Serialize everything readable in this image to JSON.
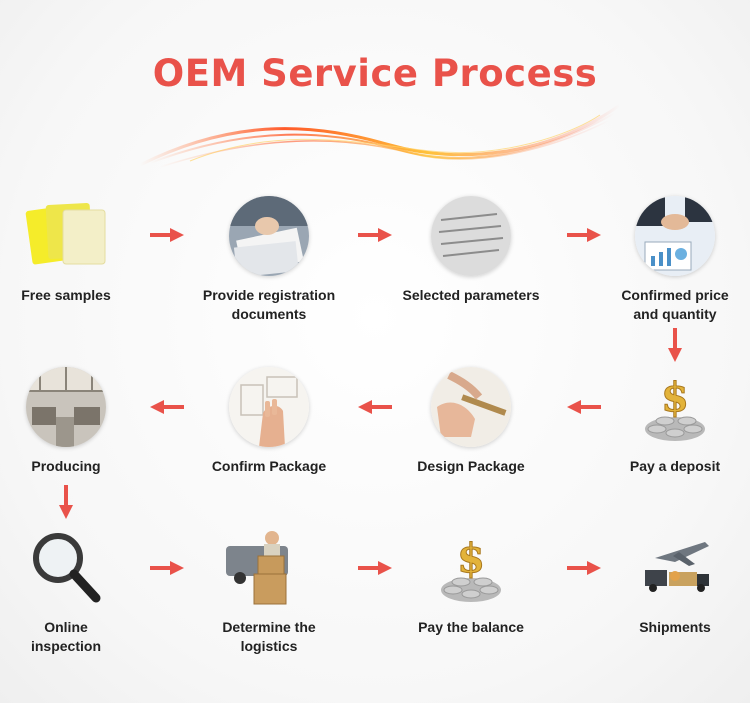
{
  "title": "OEM Service Process",
  "accent_color": "#e9524a",
  "steps": [
    {
      "label": "Free samples",
      "icon": "yellow-cloth-samples-icon"
    },
    {
      "label": "Provide registration\ndocuments",
      "icon": "documents-photo-icon"
    },
    {
      "label": "Selected parameters",
      "icon": "paper-form-photo-icon"
    },
    {
      "label": "Confirmed price\nand quantity",
      "icon": "handshake-photo-icon"
    },
    {
      "label": "Pay a deposit",
      "icon": "dollar-coins-icon"
    },
    {
      "label": "Design Package",
      "icon": "drawing-hand-photo-icon"
    },
    {
      "label": "Confirm Package",
      "icon": "package-sketch-photo-icon"
    },
    {
      "label": "Producing",
      "icon": "factory-photo-icon"
    },
    {
      "label": "Online\ninspection",
      "icon": "magnifier-icon"
    },
    {
      "label": "Determine the\nlogistics",
      "icon": "courier-boxes-icon"
    },
    {
      "label": "Pay the balance",
      "icon": "dollar-coins-icon"
    },
    {
      "label": "Shipments",
      "icon": "plane-truck-ship-icon"
    }
  ]
}
